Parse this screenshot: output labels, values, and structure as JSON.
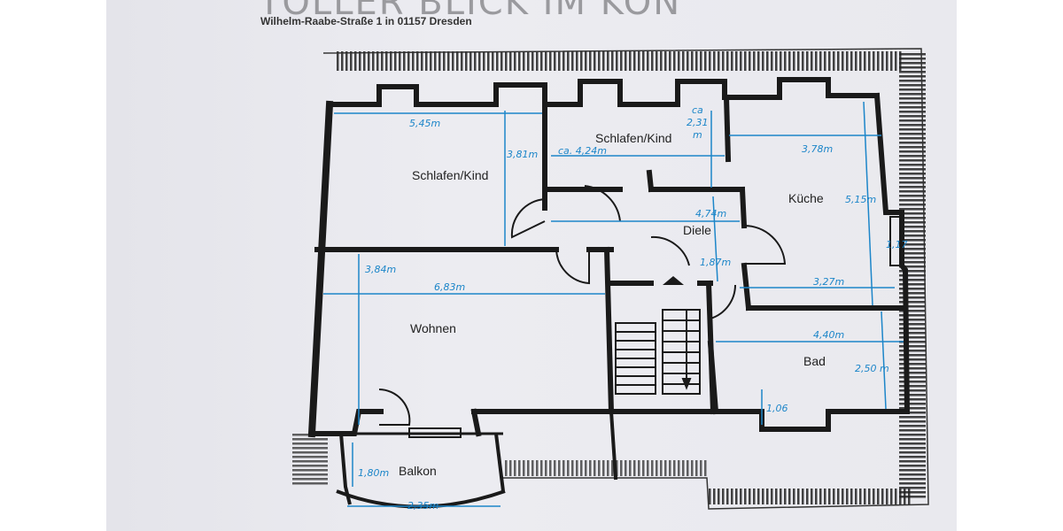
{
  "header": {
    "title": "TOLLER BLICK IM KÖN",
    "address": "Wilhelm-Raabe-Straße 1 in 01157 Dresden"
  },
  "rooms": {
    "schlafen_1": "Schlafen/Kind",
    "schlafen_2": "Schlafen/Kind",
    "kueche": "Küche",
    "diele": "Diele",
    "wohnen": "Wohnen",
    "bad": "Bad",
    "balkon": "Balkon"
  },
  "dimensions": {
    "schlafen_1_width": "5,45m",
    "schlafen_1_depth": "3,81m",
    "schlafen_2_width": "ca. 4,24m",
    "schlafen_2_depth_ca": "ca",
    "schlafen_2_depth_val": "2,31",
    "schlafen_2_depth_unit": "m",
    "kueche_width_top": "3,78m",
    "kueche_depth": "5,15m",
    "kueche_window": "1,17",
    "kueche_width_bottom": "3,27m",
    "diele_width": "4,74m",
    "diele_depth": "1,87m",
    "wohnen_depth": "3,84m",
    "wohnen_width": "6,83m",
    "bad_width": "4,40m",
    "bad_depth": "2,50 m",
    "bad_niche": "1,06",
    "balkon_depth": "1,80m",
    "balkon_width": "2,35m"
  },
  "colors": {
    "wall": "#1a1a1a",
    "dimension": "#1d86c9",
    "label": "#222222"
  }
}
